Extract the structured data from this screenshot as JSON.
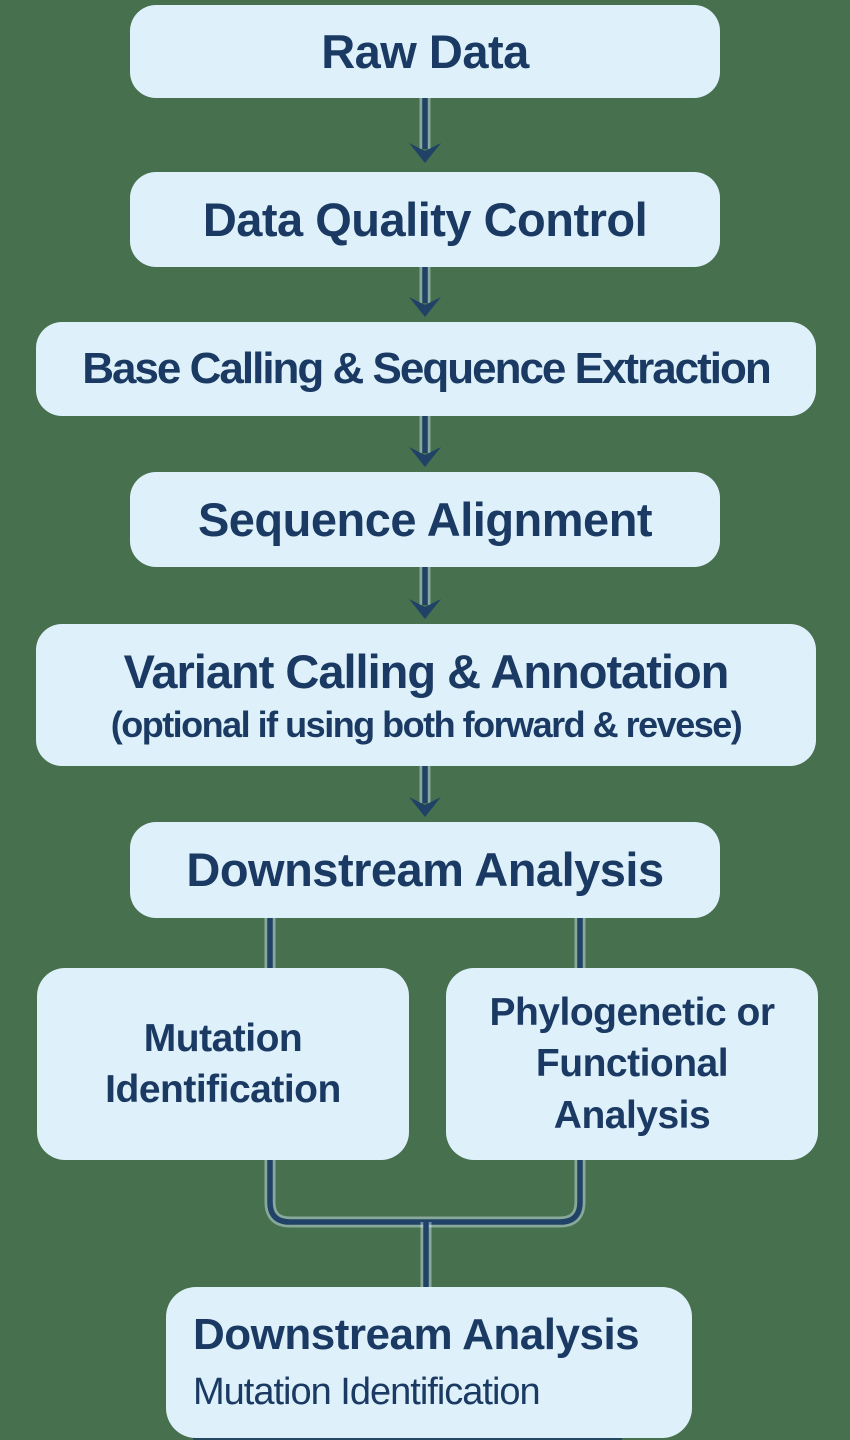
{
  "diagram": {
    "colors": {
      "background": "#47704e",
      "node_fill": "#def1fa",
      "text": "#1b3a63",
      "connector": "#1f4266"
    },
    "nodes": {
      "raw_data": {
        "label": "Raw Data"
      },
      "data_quality_control": {
        "label": "Data Quality Control"
      },
      "base_calling": {
        "label": "Base Calling & Sequence Extraction"
      },
      "sequence_alignment": {
        "label": "Sequence Alignment"
      },
      "variant_calling": {
        "label": "Variant Calling & Annotation",
        "sublabel": "(optional if using both forward & revese)"
      },
      "downstream_analysis": {
        "label": "Downstream Analysis"
      },
      "mutation_identification": {
        "label": "Mutation Identification"
      },
      "phylogenetic_or_functional": {
        "label": "Phylogenetic or Functional Analysis"
      },
      "final_downstream": {
        "label": "Downstream Analysis",
        "sublabel": "Mutation Identification"
      }
    }
  }
}
